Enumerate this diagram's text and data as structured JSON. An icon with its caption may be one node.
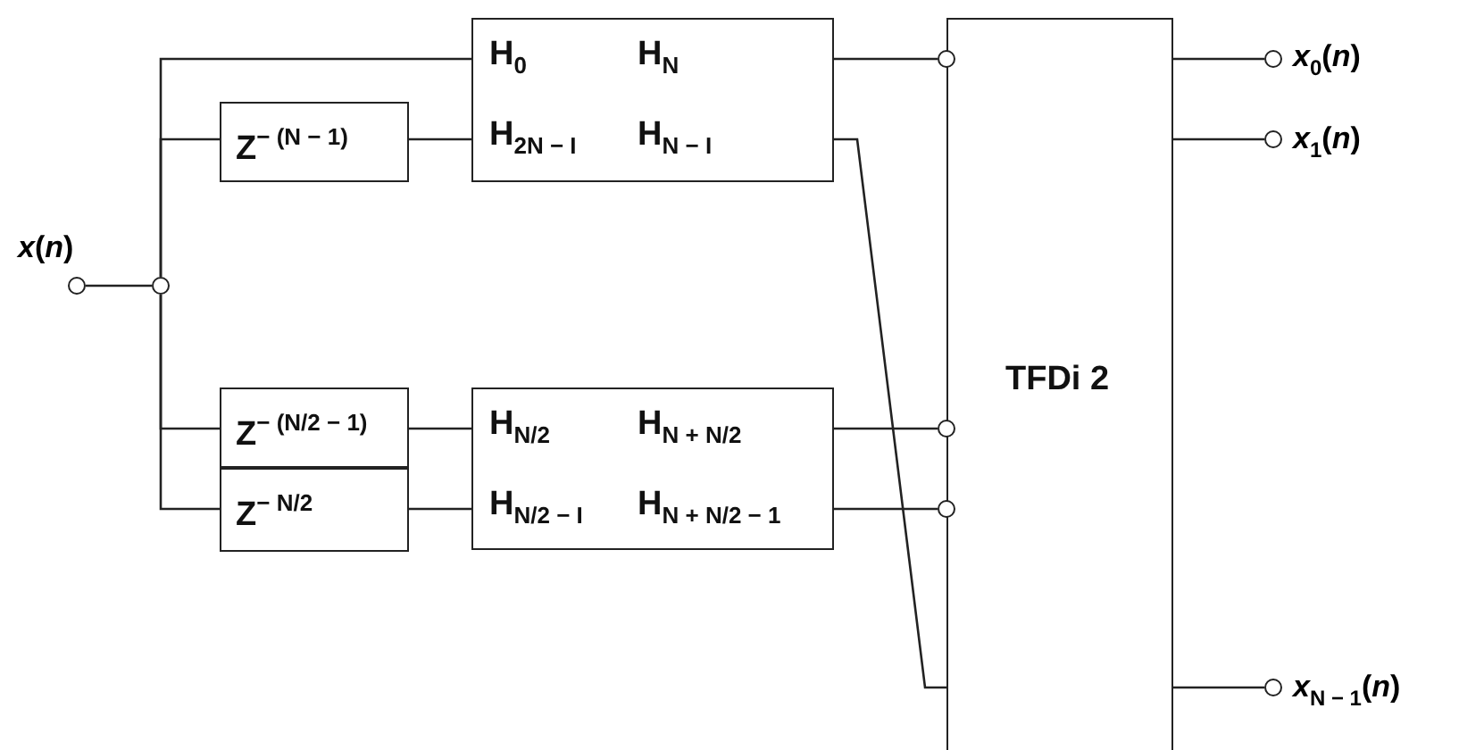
{
  "diagram": {
    "nodes": [
      {
        "text": [],
        "shape": "circle",
        "beside": [
          "*x*(*n*)"
        ]
      },
      {
        "text": [],
        "shape": "circle"
      },
      {
        "text": [
          "Z$^{− (N − 1)}$"
        ]
      },
      {
        "text": [
          "Z$^{− (N/2 − 1)}$"
        ]
      },
      {
        "text": [
          "Z$^{− N/2}$"
        ]
      },
      {
        "text": [
          "H$_{0}$",
          "H$_{N}$",
          "H$_{2N − I}$",
          "H$_{N − I}$"
        ]
      },
      {
        "text": [
          "H$_{N/2}$",
          "H$_{N + N/2}$",
          "H$_{N/2 − I}$",
          "H$_{N + N/2 − 1}$"
        ]
      },
      {
        "text": [
          "TFDi 2"
        ]
      },
      {
        "text": [],
        "shape": "circle"
      },
      {
        "text": [],
        "shape": "circle"
      },
      {
        "text": [],
        "shape": "circle"
      },
      {
        "text": [],
        "shape": "circle",
        "beside": [
          "*x*$_{0}$(*n*)"
        ]
      },
      {
        "text": [],
        "shape": "circle",
        "beside": [
          "*x*$_{1}$(*n*)"
        ]
      },
      {
        "text": [],
        "shape": "circle",
        "beside": [
          "*x*$_{N − 1}$(*n*)"
        ]
      }
    ],
    "edges": [
      {
        "from": 0,
        "to": 1,
        "arrow": "none"
      },
      {
        "from": 1,
        "to": 5,
        "arrow": "none"
      },
      {
        "from": 1,
        "to": 2,
        "arrow": "none"
      },
      {
        "from": 1,
        "to": 3,
        "arrow": "none"
      },
      {
        "from": 1,
        "to": 4,
        "arrow": "none"
      },
      {
        "from": 2,
        "to": 5,
        "arrow": "none"
      },
      {
        "from": 3,
        "to": 6,
        "arrow": "none"
      },
      {
        "from": 4,
        "to": 6,
        "arrow": "none"
      },
      {
        "from": 5,
        "to": 8,
        "arrow": "none"
      },
      {
        "from": 5,
        "to": 7,
        "arrow": "none"
      },
      {
        "from": 6,
        "to": 9,
        "arrow": "none"
      },
      {
        "from": 6,
        "to": 10,
        "arrow": "none"
      },
      {
        "from": 7,
        "to": 11,
        "arrow": "none"
      },
      {
        "from": 7,
        "to": 12,
        "arrow": "none"
      },
      {
        "from": 7,
        "to": 13,
        "arrow": "none"
      }
    ]
  }
}
